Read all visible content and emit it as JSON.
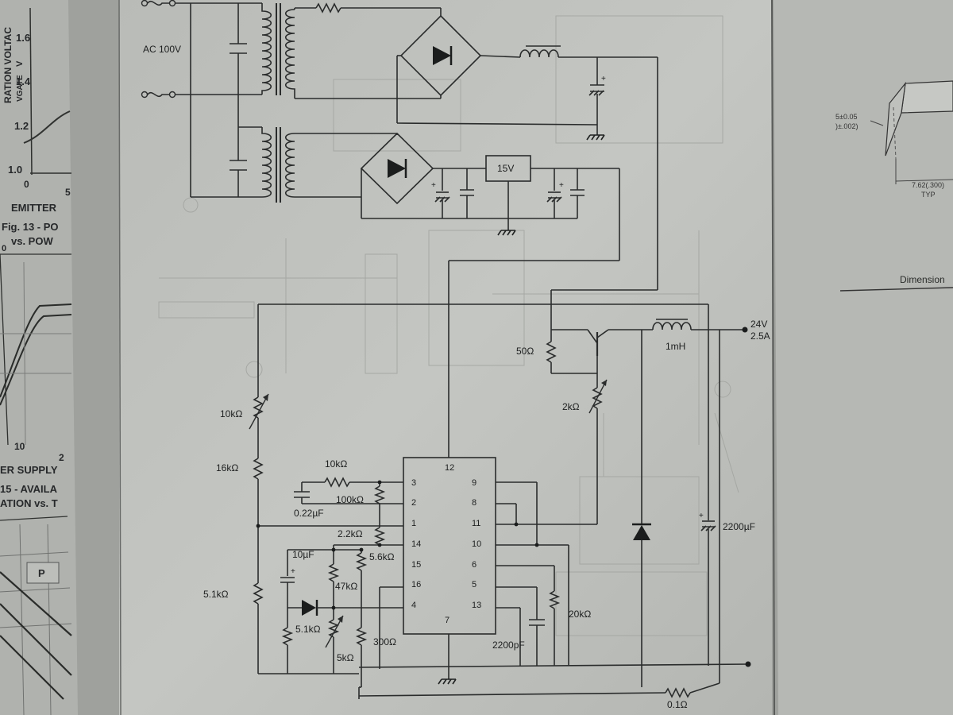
{
  "schematic": {
    "input_label": "AC 100V",
    "output_voltage": "24V",
    "output_current": "2.5A",
    "regulator_label": "15V",
    "inductor_label": "1mH",
    "shunt_label": "0.1Ω",
    "components": {
      "r_50": "50Ω",
      "r_2k": "2kΩ",
      "r_10k_var": "10kΩ",
      "r_16k": "16kΩ",
      "r_10k": "10kΩ",
      "r_100k": "100kΩ",
      "c_022u": "0.22µF",
      "r_2_2k": "2.2kΩ",
      "r_5_6k": "5.6kΩ",
      "c_10u": "10µF",
      "r_47k": "47kΩ",
      "r_5_1k_left": "5.1kΩ",
      "r_5_1k_var": "5.1kΩ",
      "r_5k": "5kΩ",
      "r_300": "300Ω",
      "c_2200p": "2200pF",
      "r_20k": "20kΩ",
      "c_2200u": "2200µF"
    },
    "ic_pins_left": [
      "3",
      "2",
      "1",
      "14",
      "15",
      "16",
      "4"
    ],
    "ic_pins_right": [
      "9",
      "8",
      "11",
      "10",
      "6",
      "5",
      "13"
    ],
    "ic_pin_top": "12",
    "ic_pin_bottom": "7"
  },
  "left_page": {
    "axis_ticks": [
      "1.6",
      "1.4",
      "1.2",
      "1.0"
    ],
    "axis_title": "RATION VOLTAC",
    "axis_unit": "V",
    "axis_symbol": "VGATE",
    "x_tick_0": "0",
    "x_tick_5": "5",
    "emitter": "EMITTER",
    "fig13_a": "Fig. 13 - PO",
    "fig13_b": "vs. POW",
    "zero": "0",
    "x_tick_10": "10",
    "x_tick_2": "2",
    "supply": "ER SUPPLY",
    "fig15_a": "15 - AVAILA",
    "fig15_b": "ATION vs. T",
    "p": "P"
  },
  "right_page": {
    "dim_a": "5±0.05",
    "dim_b": ")±.002)",
    "dim_c": "7.62(.300)",
    "typ": "TYP",
    "dimension": "Dimension"
  }
}
